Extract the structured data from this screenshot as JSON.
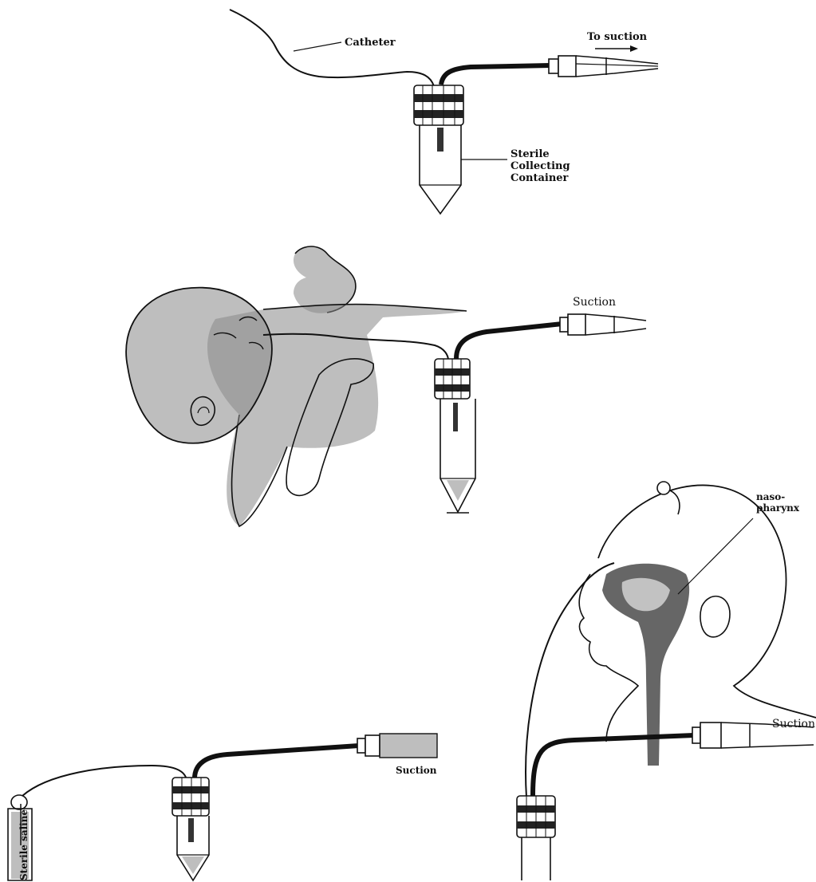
{
  "panel_top": {
    "catheter_label": "Catheter",
    "suction_label": "To suction",
    "container_label_lines": [
      "Sterile",
      "Collecting",
      "Container"
    ]
  },
  "panel_infant": {
    "suction_label": "Suction"
  },
  "panel_saline": {
    "saline_label": "Sterile saline",
    "suction_label": "Suction"
  },
  "panel_head": {
    "nasopharynx_label_lines": [
      "naso-",
      "pharynx"
    ],
    "suction_label": "Suction"
  }
}
